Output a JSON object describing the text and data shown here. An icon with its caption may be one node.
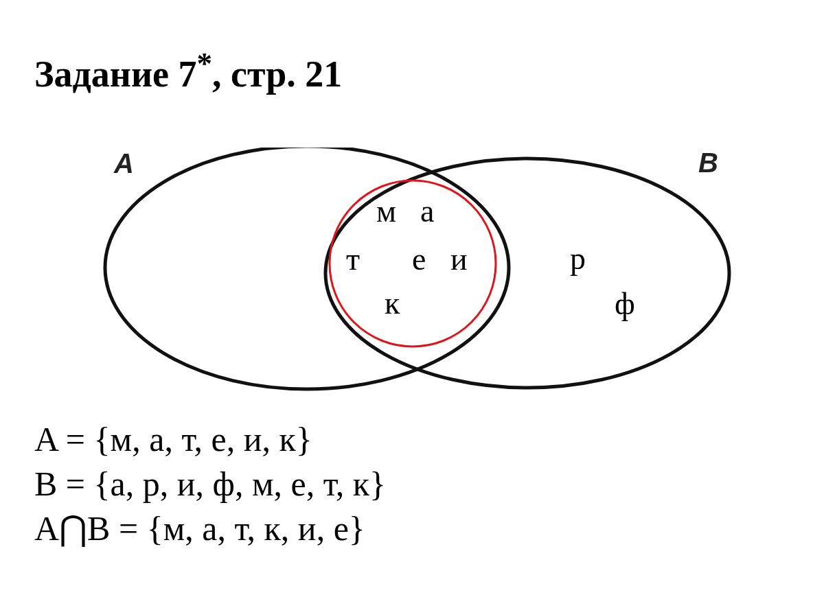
{
  "diagram": {
    "title": "Задание 7$^{*}$, стр. 21",
    "nodes": [
      {
        "text": [
          "A"
        ]
      },
      {
        "text": [
          "B",
          "р",
          "ф"
        ]
      },
      {
        "text": [
          "м",
          "а",
          "т",
          "е",
          "и",
          "к"
        ]
      }
    ],
    "edges": [],
    "labels": [
      "A = {м, а, т, е, и, к}",
      "B = {а, р, и, ф, м, е, т, к}",
      "A⋂B = {м, а, т, к, и, е}"
    ]
  }
}
